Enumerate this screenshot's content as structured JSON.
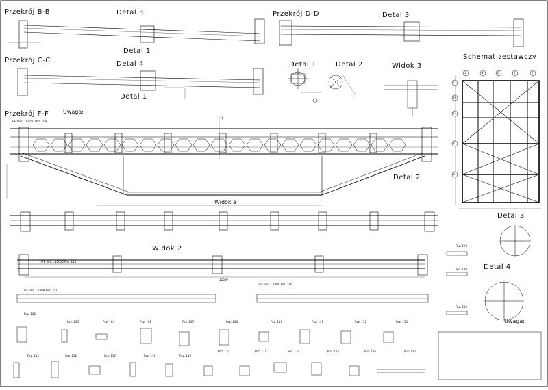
{
  "titles": {
    "przekroj_bb": "Przekrój B-B",
    "przekroj_cc": "Przekrój C-C",
    "przekroj_dd": "Przekrój D-D",
    "przekroj_ff": "Przekrój F-F",
    "detal_3_top": "Detal 3",
    "detal_3_top_right": "Detal 3",
    "detal_1_top": "Detal 1",
    "detal_4_mid": "Detal 4",
    "detal_1_mid": "Detal 1",
    "detal_1_small": "Detal 1",
    "detal_2_small": "Detal 2",
    "widok_3": "Widok 3",
    "schemat": "Schemat zestawczy",
    "detal_2_truss": "Detal 2",
    "widok_a": "Widok a",
    "widok_2": "Widok 2",
    "detal_3_right": "Detal 3",
    "detal_4_right": "Detal 4",
    "uwaga_right": "Uwaga:",
    "uwaga_left": "Uwaga:"
  },
  "grid_rows": [
    "I",
    "H",
    "G",
    "F",
    "E"
  ],
  "grid_cols": [
    "3",
    "4",
    "5",
    "6",
    "7"
  ],
  "pos_labels": {
    "p101": "IPE 300....7388 Poz. 101",
    "p109": "IPE 400....12650 Poz. 109",
    "p114": "IPE 360....12650 Poz. 114",
    "p106": "IPE 360....7388 Poz. 106",
    "p102": "Poz. 102",
    "p103": "Poz. 103",
    "p104": "Poz. 104",
    "p105": "Poz. 105",
    "p107": "Poz. 107",
    "p108": "Poz. 108",
    "p110": "Poz. 110",
    "p111": "Poz. 111",
    "p112": "Poz. 112",
    "p113": "Poz. 113",
    "p115": "Poz. 115",
    "p116": "Poz. 116",
    "p117": "Poz. 117",
    "p118": "Poz. 118",
    "p119": "Poz. 119",
    "p120": "Poz. 120",
    "p121": "Poz. 121",
    "p124": "Poz. 124",
    "p125": "Poz. 125",
    "p126": "Poz. 126",
    "p127": "Poz. 127",
    "p128": "Poz. 128",
    "p129": "Poz. 129",
    "p130": "Poz. 130"
  },
  "dims": {
    "total": "12650",
    "d_1": "1"
  }
}
